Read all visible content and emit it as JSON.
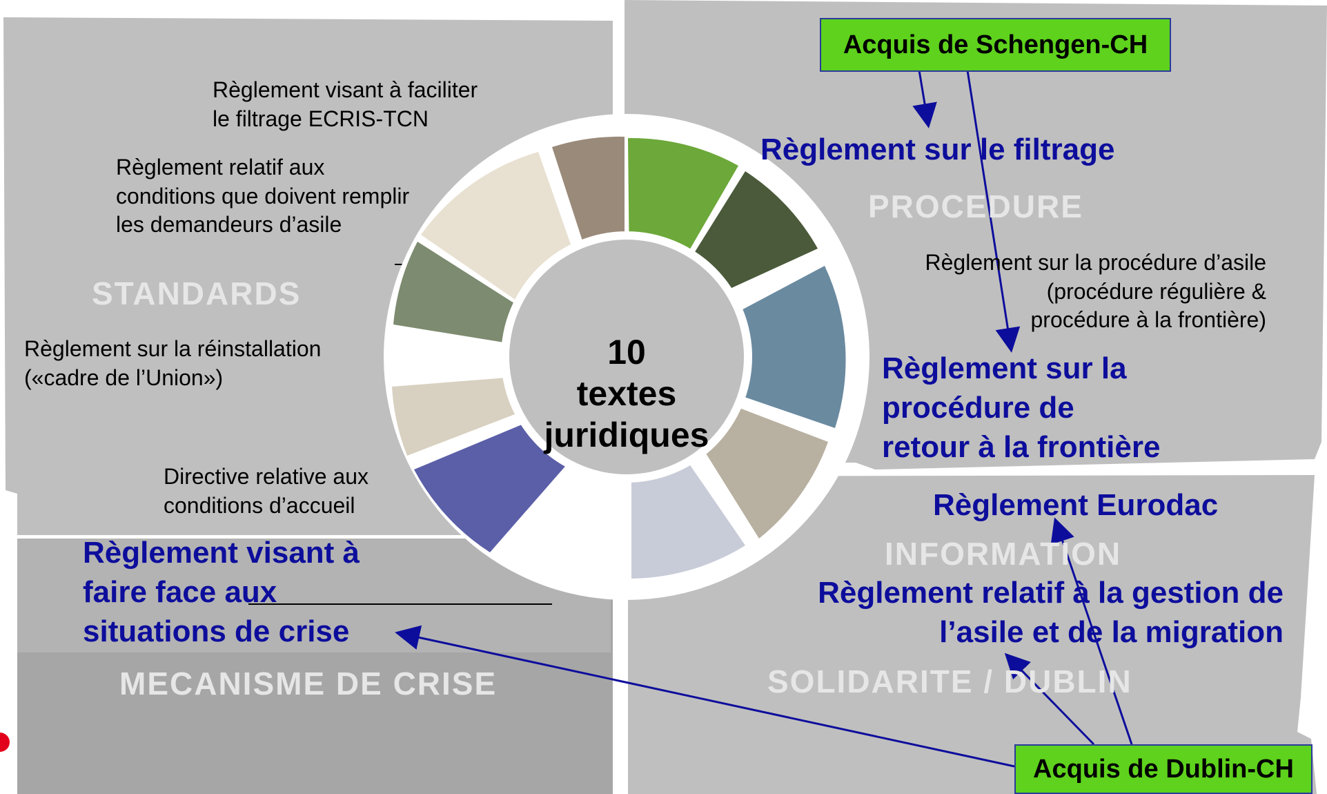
{
  "center": {
    "line1": "10",
    "line2": "textes",
    "line3": "juridiques"
  },
  "quadrants": {
    "standards": "STANDARDS",
    "procedure": "PROCEDURE",
    "information": "INFORMATION",
    "solidarite": "SOLIDARITE / DUBLIN",
    "crise": "MECANISME DE CRISE"
  },
  "left_texts": {
    "ecris": "Règlement visant à faciliter\nle filtrage ECRIS-TCN",
    "conditions": "Règlement relatif aux\nconditions que doivent remplir\nles demandeurs d’asile",
    "reinstallation": "Règlement sur la réinstallation\n(«cadre de l’Union»)",
    "accueil": "Directive relative aux\nconditions d’accueil",
    "crise": "Règlement visant à\nfaire face aux\nsituations de crise"
  },
  "right_texts": {
    "filtrage": "Règlement sur le filtrage",
    "procedure_asile": "Règlement sur la procédure d’asile\n(procédure régulière  &\nprocédure à la frontière)",
    "retour": "Règlement sur la\nprocédure de\nretour à la frontière",
    "eurodac": "Règlement Eurodac",
    "gestion": "Règlement relatif à la gestion de\nl’asile et de la migration"
  },
  "boxes": {
    "schengen": "Acquis de Schengen-CH",
    "dublin": "Acquis de Dublin-CH"
  },
  "colors": {
    "panel": "#bfbfbf",
    "crisis_panel": "#a6a6a6",
    "accent_blue": "#0d0d9c",
    "box_green": "#5ed21c",
    "red_dot": "#e3001b"
  }
}
